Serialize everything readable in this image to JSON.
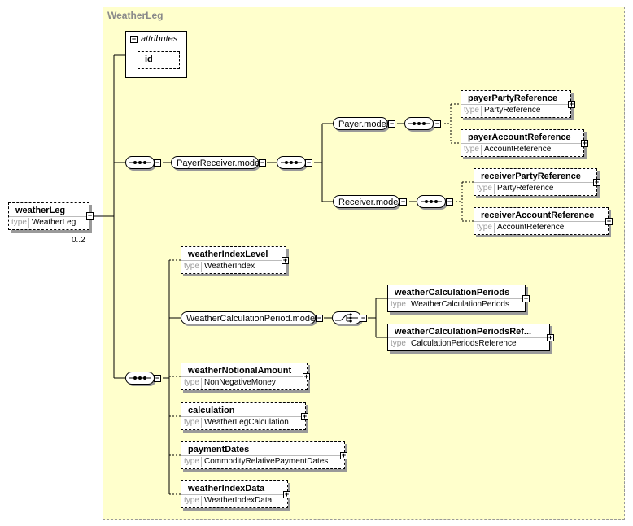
{
  "frame_title": "WeatherLeg",
  "root": {
    "name": "weatherLeg",
    "type_label": "type",
    "type": "WeatherLeg",
    "cardinality": "0..2"
  },
  "attributes": {
    "title": "attributes",
    "items": [
      "id"
    ]
  },
  "payer_receiver_model": "PayerReceiver.model",
  "payer_model": "Payer.model",
  "receiver_model": "Receiver.model",
  "weather_calc_period_model": "WeatherCalculationPeriod.model",
  "elements": {
    "payerPartyReference": {
      "name": "payerPartyReference",
      "type": "PartyReference"
    },
    "payerAccountReference": {
      "name": "payerAccountReference",
      "type": "AccountReference"
    },
    "receiverPartyReference": {
      "name": "receiverPartyReference",
      "type": "PartyReference"
    },
    "receiverAccountReference": {
      "name": "receiverAccountReference",
      "type": "AccountReference"
    },
    "weatherIndexLevel": {
      "name": "weatherIndexLevel",
      "type": "WeatherIndex"
    },
    "weatherCalculationPeriods": {
      "name": "weatherCalculationPeriods",
      "type": "WeatherCalculationPeriods"
    },
    "weatherCalculationPeriodsRef": {
      "name": "weatherCalculationPeriodsRef...",
      "type": "CalculationPeriodsReference"
    },
    "weatherNotionalAmount": {
      "name": "weatherNotionalAmount",
      "type": "NonNegativeMoney"
    },
    "calculation": {
      "name": "calculation",
      "type": "WeatherLegCalculation"
    },
    "paymentDates": {
      "name": "paymentDates",
      "type": "CommodityRelativePaymentDates"
    },
    "weatherIndexData": {
      "name": "weatherIndexData",
      "type": "WeatherIndexData"
    }
  },
  "type_label": "type",
  "expand_glyph": "+",
  "collapse_glyph": "−"
}
